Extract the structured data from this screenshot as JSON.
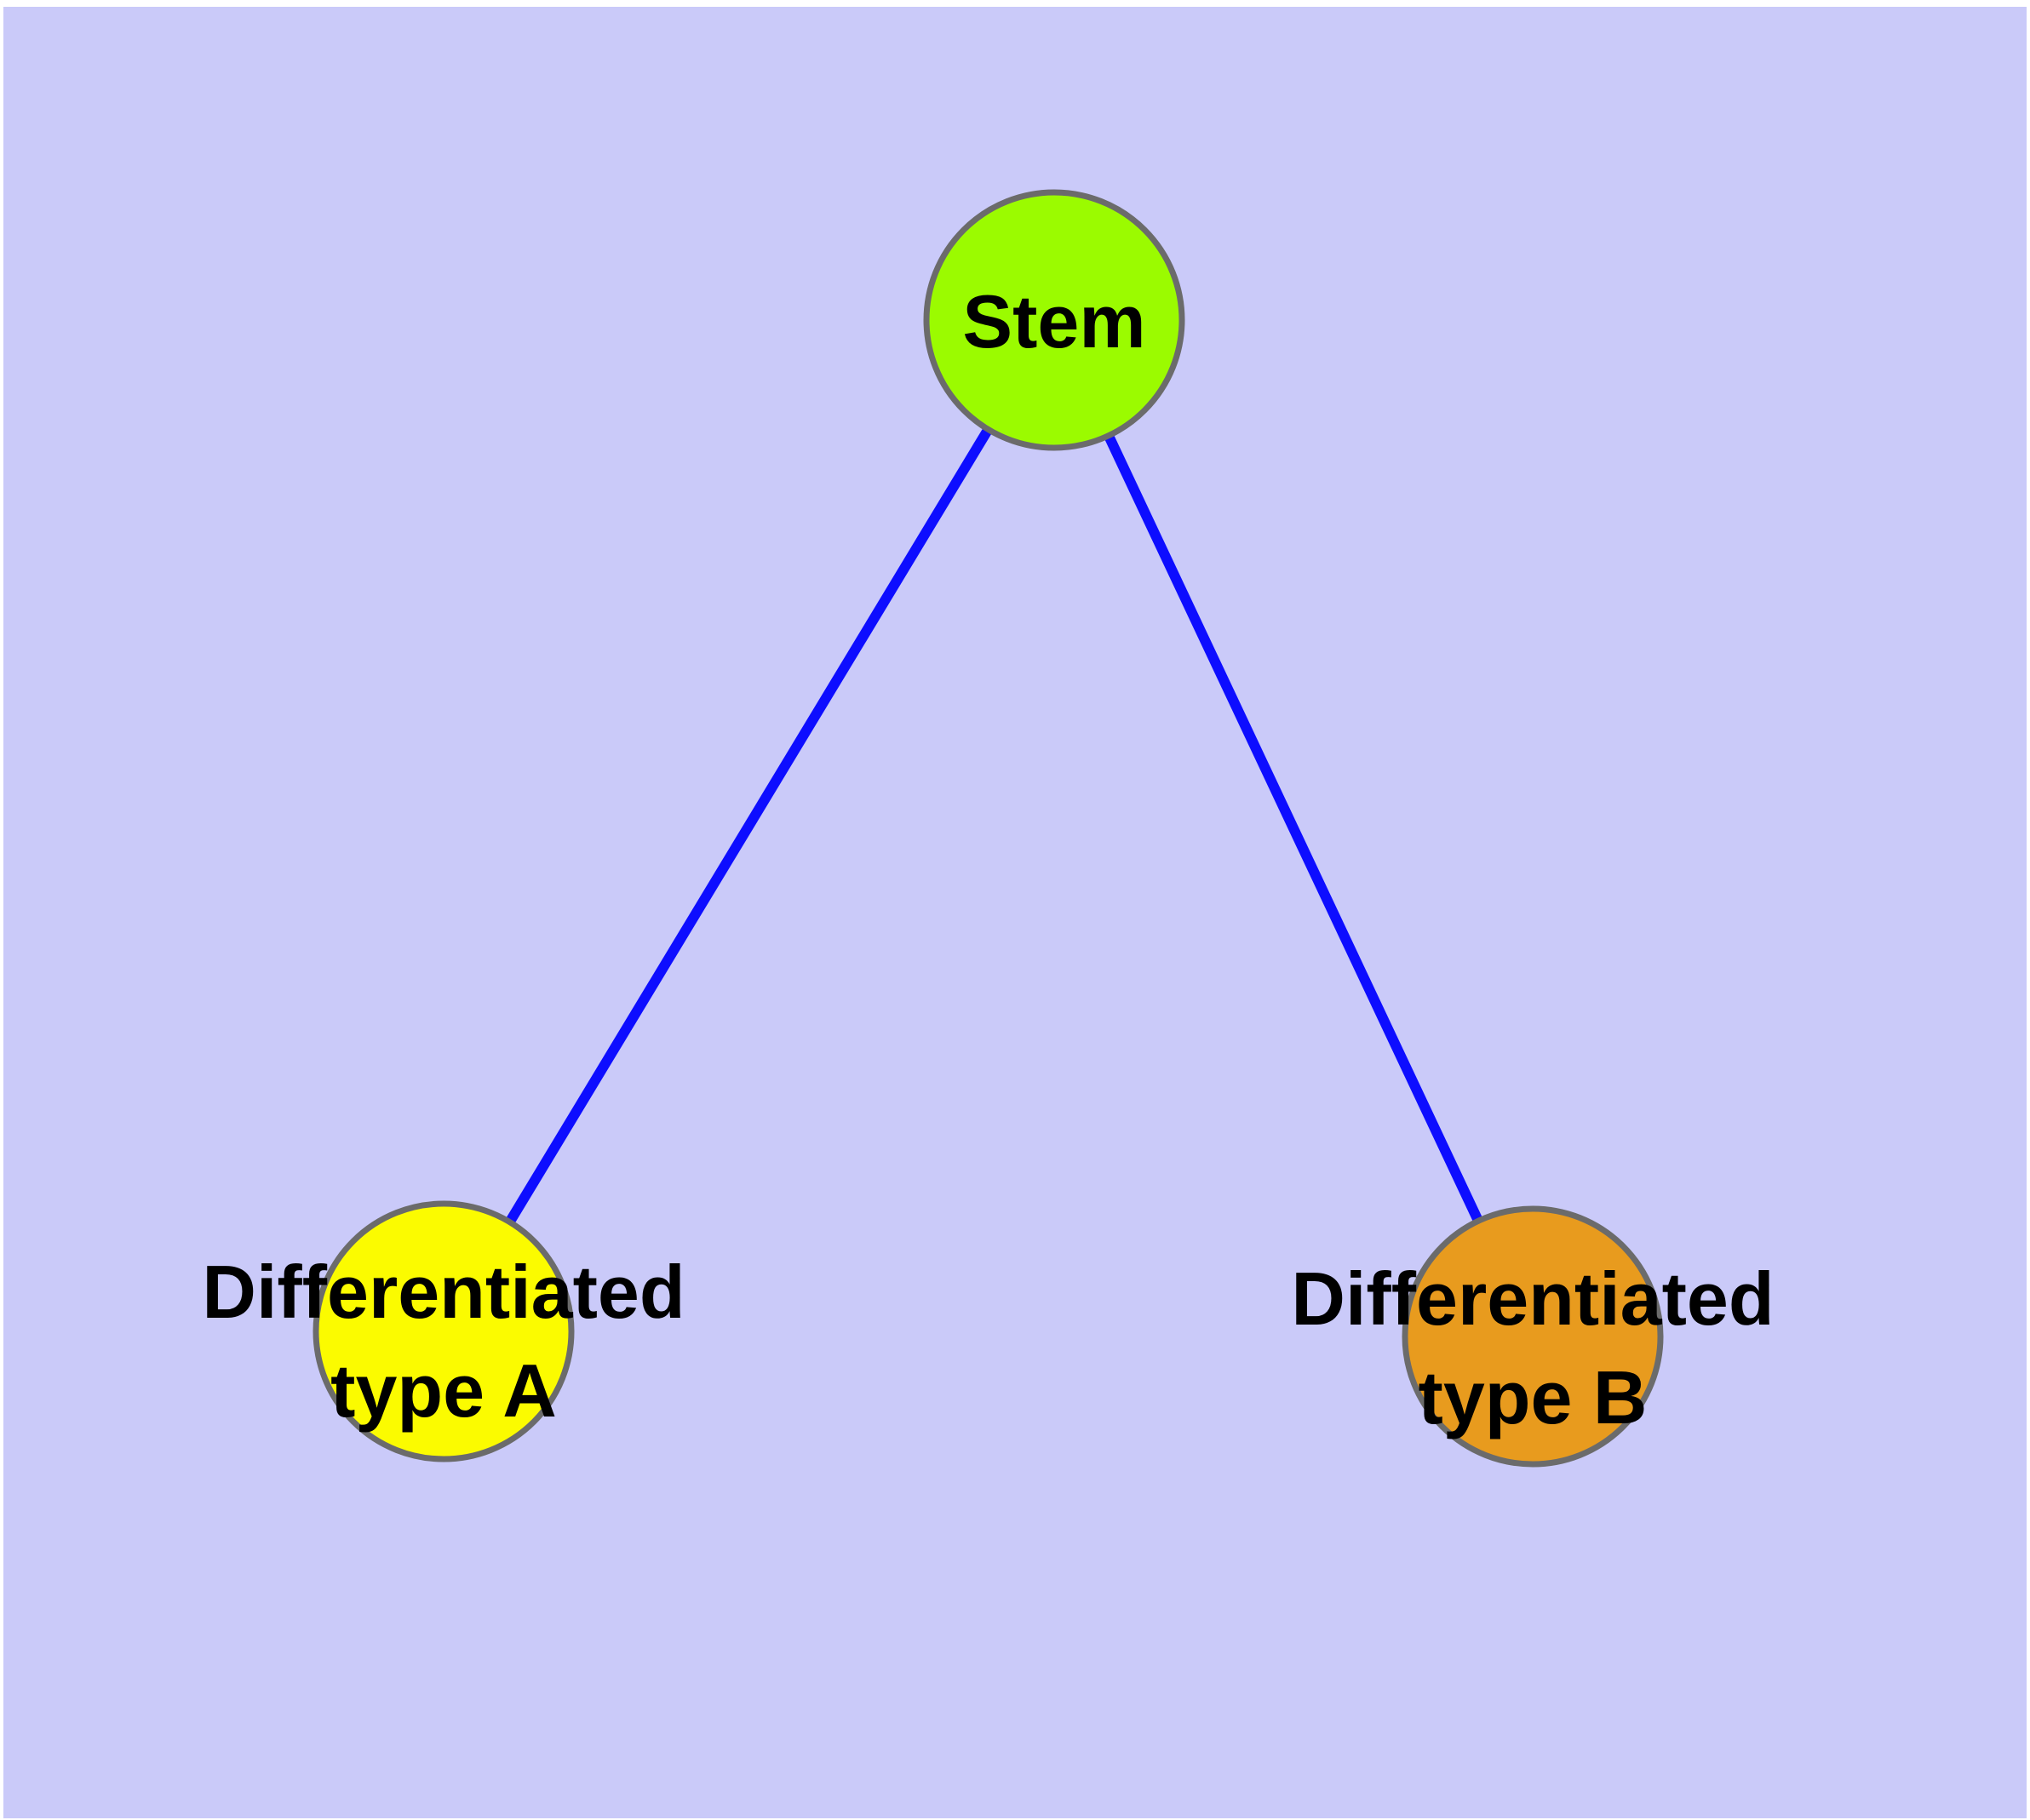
{
  "diagram": {
    "type": "graph",
    "canvas": {
      "frame_color": "#ffffff",
      "background_color": "#cacaf9"
    },
    "style": {
      "edge_color": "#0d0dff",
      "node_border_color": "#6b6b6b",
      "label_color": "#000000"
    },
    "nodes": [
      {
        "id": "stem",
        "label": "Stem",
        "label_line1": "Stem",
        "label_line2": "",
        "fill": "#9bfb00"
      },
      {
        "id": "differentiated-type-a",
        "label": "Differentiated type A",
        "label_line1": "Differentiated",
        "label_line2": "type A",
        "fill": "#fbfb00"
      },
      {
        "id": "differentiated-type-b",
        "label": "Differentiated type B",
        "label_line1": "Differentiated",
        "label_line2": "type B",
        "fill": "#e89b1e"
      }
    ],
    "edges": [
      {
        "from": "stem",
        "to": "differentiated-type-a"
      },
      {
        "from": "stem",
        "to": "differentiated-type-b"
      }
    ]
  }
}
